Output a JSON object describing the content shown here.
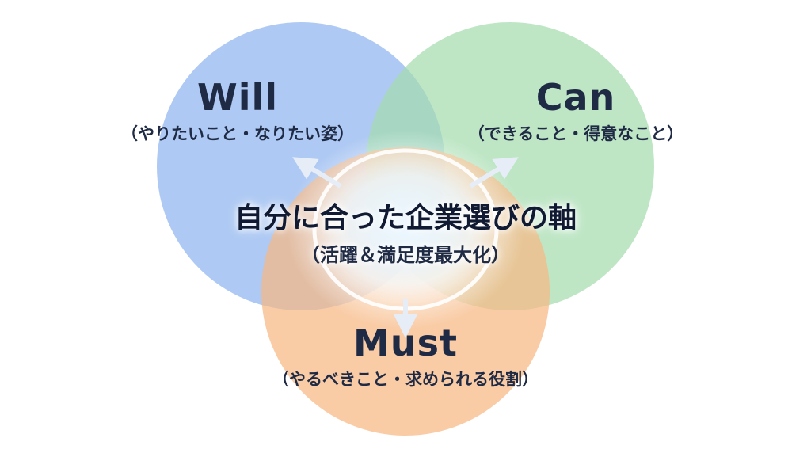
{
  "will": {
    "title": "Will",
    "subtitle": "（やりたいこと・なりたい姿）",
    "color": "#8fb4ee"
  },
  "can": {
    "title": "Can",
    "subtitle": "（できること・得意なこと）",
    "color": "#a5dcae"
  },
  "must": {
    "title": "Must",
    "subtitle": "（やるべきこと・求められる役割）",
    "color": "#f6b984"
  },
  "center": {
    "title": "自分に合った企業選びの軸",
    "subtitle": "（活躍＆満足度最大化）"
  }
}
